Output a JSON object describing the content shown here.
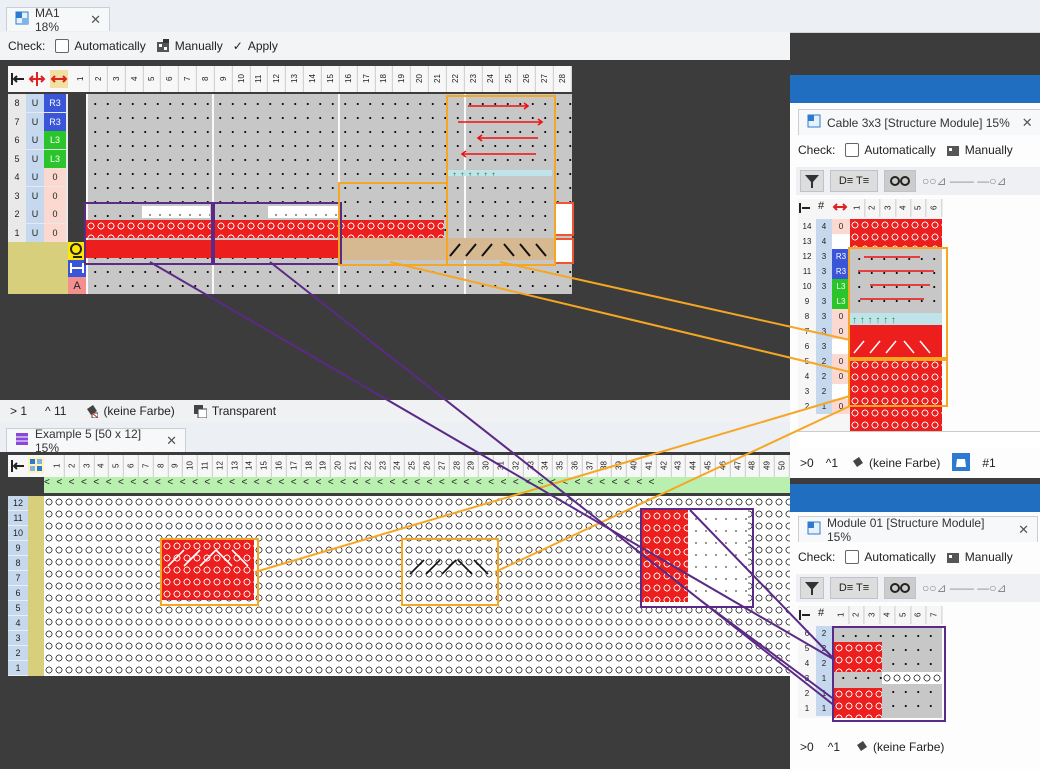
{
  "colors": {
    "orange": "#f5a623",
    "purple": "#5b2a86",
    "red": "#ec1e1e",
    "blue": "#1f6ec0"
  },
  "ma1": {
    "tab_title": "MA1  18%",
    "check_label": "Check:",
    "auto_label": "Automatically",
    "manual_label": "Manually",
    "apply_label": "Apply",
    "col_numbers": [
      "1",
      "2",
      "3",
      "4",
      "5",
      "6",
      "7",
      "8",
      "9",
      "10",
      "11",
      "12",
      "13",
      "14",
      "15",
      "16",
      "17",
      "18",
      "19",
      "20",
      "21",
      "22",
      "23",
      "24",
      "25",
      "26",
      "27",
      "28"
    ],
    "rows": [
      {
        "n": "8",
        "u": "U",
        "tag": "R3"
      },
      {
        "n": "7",
        "u": "U",
        "tag": "R3"
      },
      {
        "n": "6",
        "u": "U",
        "tag": "L3"
      },
      {
        "n": "5",
        "u": "U",
        "tag": "L3"
      },
      {
        "n": "4",
        "u": "U",
        "tag": "0"
      },
      {
        "n": "3",
        "u": "U",
        "tag": "0"
      },
      {
        "n": "2",
        "u": "U",
        "tag": "0"
      },
      {
        "n": "1",
        "u": "U",
        "tag": "0"
      }
    ],
    "row_a": "A",
    "status": {
      "gt": "> 1",
      "caret": "^ 11",
      "color_label": "(keine Farbe)",
      "transparent_label": "Transparent"
    }
  },
  "example5": {
    "tab_title": "Example 5 [50 x 12]  15%",
    "col_numbers": [
      "1",
      "2",
      "3",
      "4",
      "5",
      "6",
      "7",
      "8",
      "9",
      "10",
      "11",
      "12",
      "13",
      "14",
      "15",
      "16",
      "17",
      "18",
      "19",
      "20",
      "21",
      "22",
      "23",
      "24",
      "25",
      "26",
      "27",
      "28",
      "29",
      "30",
      "31",
      "32",
      "33",
      "34",
      "35",
      "36",
      "37",
      "38",
      "39",
      "40",
      "41",
      "42",
      "43",
      "44",
      "45",
      "46",
      "47",
      "48",
      "49",
      "50"
    ],
    "row_numbers": [
      "12",
      "11",
      "10",
      "9",
      "8",
      "7",
      "6",
      "5",
      "4",
      "3",
      "2",
      "1"
    ]
  },
  "cable": {
    "tab_title": "Cable 3x3 [Structure Module]  15%",
    "check_label": "Check:",
    "auto_label": "Automatically",
    "manual_label": "Manually",
    "hash_label": "#",
    "col_numbers": [
      "1",
      "2",
      "3",
      "4",
      "5",
      "6"
    ],
    "rows": [
      {
        "n": "14",
        "a": "4",
        "b": "0"
      },
      {
        "n": "13",
        "a": "4",
        "b": ""
      },
      {
        "n": "12",
        "a": "3",
        "b": "R3"
      },
      {
        "n": "11",
        "a": "3",
        "b": "R3"
      },
      {
        "n": "10",
        "a": "3",
        "b": "L3"
      },
      {
        "n": "9",
        "a": "3",
        "b": "L3"
      },
      {
        "n": "8",
        "a": "3",
        "b": "0"
      },
      {
        "n": "7",
        "a": "3",
        "b": "0"
      },
      {
        "n": "6",
        "a": "3",
        "b": ""
      },
      {
        "n": "5",
        "a": "2",
        "b": "0"
      },
      {
        "n": "4",
        "a": "2",
        "b": "0"
      },
      {
        "n": "3",
        "a": "2",
        "b": ""
      },
      {
        "n": "2",
        "a": "1",
        "b": "0"
      }
    ],
    "status": {
      "gt": ">0",
      "caret": "^1",
      "color_label": "(keine Farbe)",
      "extra": "#1"
    }
  },
  "module01": {
    "tab_title": "Module 01 [Structure Module]  15%",
    "check_label": "Check:",
    "auto_label": "Automatically",
    "manual_label": "Manually",
    "hash_label": "#",
    "col_numbers": [
      "1",
      "2",
      "3",
      "4",
      "5",
      "6",
      "7"
    ],
    "rows": [
      {
        "n": "6",
        "a": "2"
      },
      {
        "n": "5",
        "a": "2"
      },
      {
        "n": "4",
        "a": "2"
      },
      {
        "n": "3",
        "a": "1"
      },
      {
        "n": "2",
        "a": "1"
      },
      {
        "n": "1",
        "a": "1"
      }
    ],
    "status": {
      "gt": ">0",
      "caret": "^1",
      "color_label": "(keine Farbe)"
    }
  }
}
